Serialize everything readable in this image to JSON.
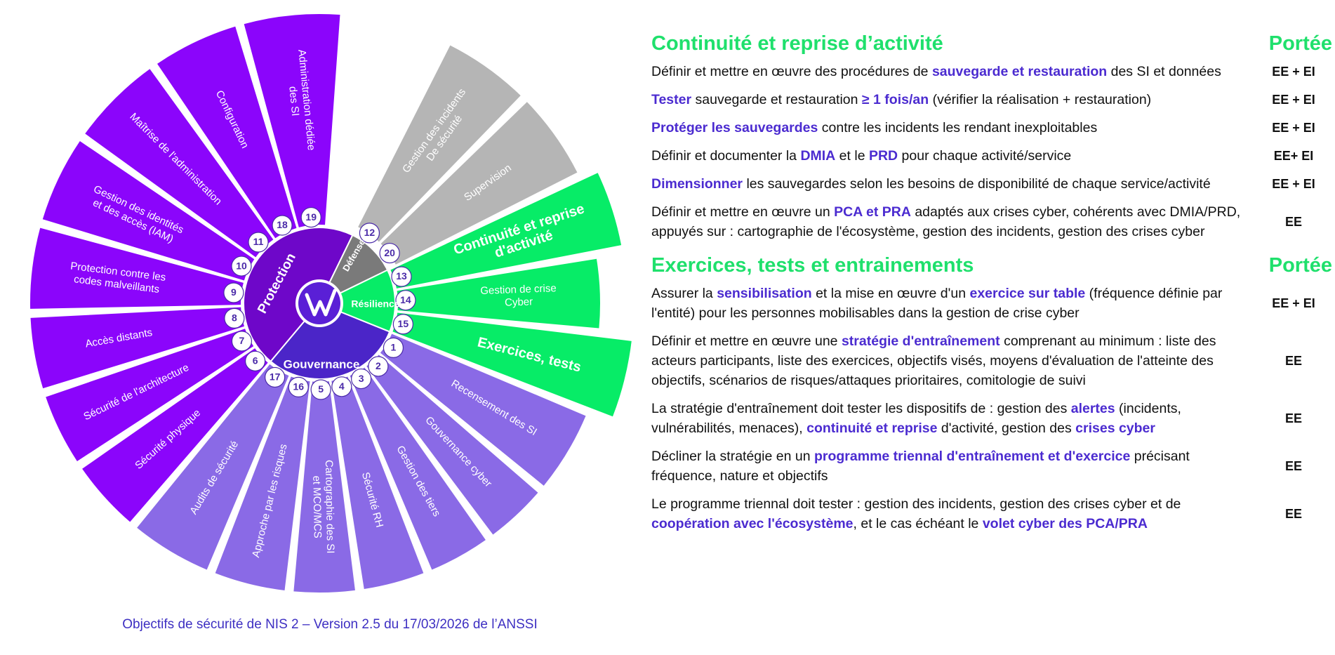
{
  "wheel": {
    "logo_label": "W",
    "groups": [
      {
        "label": "Protection"
      },
      {
        "label": "Défense"
      },
      {
        "label": "Résilience"
      },
      {
        "label": "Gouvernance"
      }
    ],
    "segments": [
      {
        "num": "1",
        "label": "Recensement des SI",
        "group": "gouvernance"
      },
      {
        "num": "2",
        "label": "Gouvernance cyber",
        "group": "gouvernance"
      },
      {
        "num": "3",
        "label": "Gestion des tiers",
        "group": "gouvernance"
      },
      {
        "num": "4",
        "label": "Sécurité RH",
        "group": "gouvernance"
      },
      {
        "num": "5",
        "label": "Cartographie des SI\net MCO/MCS",
        "group": "gouvernance"
      },
      {
        "num": "16",
        "label": "Approche par les risques",
        "group": "gouvernance"
      },
      {
        "num": "17",
        "label": "Audits de sécurité",
        "group": "gouvernance"
      },
      {
        "num": "6",
        "label": "Sécurité physique",
        "group": "protection"
      },
      {
        "num": "7",
        "label": "Sécurité de l'architecture",
        "group": "protection"
      },
      {
        "num": "8",
        "label": "Accès distants",
        "group": "protection"
      },
      {
        "num": "9",
        "label": "Protection contre les\ncodes malveillants",
        "group": "protection"
      },
      {
        "num": "10",
        "label": "Gestion des identités\net des accès (IAM)",
        "group": "protection"
      },
      {
        "num": "11",
        "label": "Maîtrise de l'administration",
        "group": "protection"
      },
      {
        "num": "18",
        "label": "Configuration",
        "group": "protection"
      },
      {
        "num": "19",
        "label": "Administration dédiée\ndes SI",
        "group": "protection"
      },
      {
        "num": "12",
        "label": "Gestion des incidents\nDe sécurité",
        "group": "defense"
      },
      {
        "num": "20",
        "label": "Supervision",
        "group": "defense"
      },
      {
        "num": "13",
        "label": "Continuité et reprise\nd'activité",
        "group": "resilience"
      },
      {
        "num": "14",
        "label": "Gestion de crise\nCyber",
        "group": "resilience"
      },
      {
        "num": "15",
        "label": "Exercices, tests",
        "group": "resilience"
      }
    ],
    "colors": {
      "protection_outer": "#8b05fb",
      "protection_inner": "#6e07c9",
      "gouvernance_outer": "#8a6ae6",
      "gouvernance_inner": "#4b25c8",
      "defense_outer": "#b5b5b5",
      "defense_inner": "#7a7a7a",
      "resilience": "#07ec67",
      "badge_text": "#4a2aa8"
    }
  },
  "caption": "Objectifs de sécurité de NIS 2 – Version 2.5 du 17/03/2026 de l’ANSSI",
  "sections": [
    {
      "title": "Continuité et reprise d’activité",
      "portee_label": "Portée",
      "rows": [
        {
          "parts": [
            {
              "t": "Définir et mettre en œuvre des procédures de "
            },
            {
              "t": "sauvegarde et restauration",
              "em": true
            },
            {
              "t": " des SI et données"
            }
          ],
          "scope": "EE + EI"
        },
        {
          "parts": [
            {
              "t": "Tester",
              "em": true
            },
            {
              "t": " sauvegarde et restauration "
            },
            {
              "t": "≥ 1 fois/an",
              "em": true
            },
            {
              "t": " (vérifier la réalisation + restauration)"
            }
          ],
          "scope": "EE + EI"
        },
        {
          "parts": [
            {
              "t": "Protéger les sauvegardes",
              "em": true
            },
            {
              "t": " contre les incidents les rendant inexploitables"
            }
          ],
          "scope": "EE + EI"
        },
        {
          "parts": [
            {
              "t": "Définir et documenter la "
            },
            {
              "t": "DMIA",
              "em": true
            },
            {
              "t": " et le "
            },
            {
              "t": "PRD",
              "em": true
            },
            {
              "t": " pour chaque activité/service"
            }
          ],
          "scope": "EE+ EI"
        },
        {
          "parts": [
            {
              "t": "Dimensionner",
              "em": true
            },
            {
              "t": " les sauvegardes selon les besoins de disponibilité de chaque service/activité"
            }
          ],
          "scope": "EE + EI"
        },
        {
          "parts": [
            {
              "t": "Définir et mettre en œuvre un "
            },
            {
              "t": "PCA et PRA",
              "em": true
            },
            {
              "t": " adaptés aux crises cyber, cohérents avec DMIA/PRD, appuyés sur : cartographie de l'écosystème, gestion des incidents, gestion des crises cyber"
            }
          ],
          "scope": "EE"
        }
      ]
    },
    {
      "title": "Exercices, tests et entrainements",
      "portee_label": "Portée",
      "rows": [
        {
          "parts": [
            {
              "t": "Assurer la "
            },
            {
              "t": "sensibilisation",
              "em": true
            },
            {
              "t": " et la mise en œuvre d'un "
            },
            {
              "t": "exercice sur table",
              "em": true
            },
            {
              "t": " (fréquence définie par l'entité) pour les personnes mobilisables dans la gestion de crise cyber"
            }
          ],
          "scope": "EE + EI"
        },
        {
          "parts": [
            {
              "t": "Définir et mettre en œuvre une "
            },
            {
              "t": "stratégie d'entraînement",
              "em": true
            },
            {
              "t": " comprenant au minimum : liste des acteurs participants, liste des exercices, objectifs visés, moyens d'évaluation de l'atteinte des objectifs, scénarios de risques/attaques prioritaires, comitologie de suivi"
            }
          ],
          "scope": "EE"
        },
        {
          "parts": [
            {
              "t": "La stratégie d'entraînement doit tester les dispositifs de : gestion des "
            },
            {
              "t": "alertes",
              "em": true
            },
            {
              "t": " (incidents, vulnérabilités, menaces), "
            },
            {
              "t": "continuité et reprise",
              "em": true
            },
            {
              "t": " d'activité, gestion des "
            },
            {
              "t": "crises cyber",
              "em": true
            }
          ],
          "scope": "EE"
        },
        {
          "parts": [
            {
              "t": "Décliner la stratégie en un "
            },
            {
              "t": "programme triennal d'entraînement et d'exercice",
              "em": true
            },
            {
              "t": " précisant fréquence, nature et objectifs"
            }
          ],
          "scope": "EE"
        },
        {
          "parts": [
            {
              "t": "Le programme triennal doit tester : gestion des incidents, gestion des crises cyber et de "
            },
            {
              "t": "coopération avec l'écosystème",
              "em": true
            },
            {
              "t": ", et le cas échéant le "
            },
            {
              "t": "volet cyber des PCA/PRA",
              "em": true
            }
          ],
          "scope": "EE"
        }
      ]
    }
  ]
}
